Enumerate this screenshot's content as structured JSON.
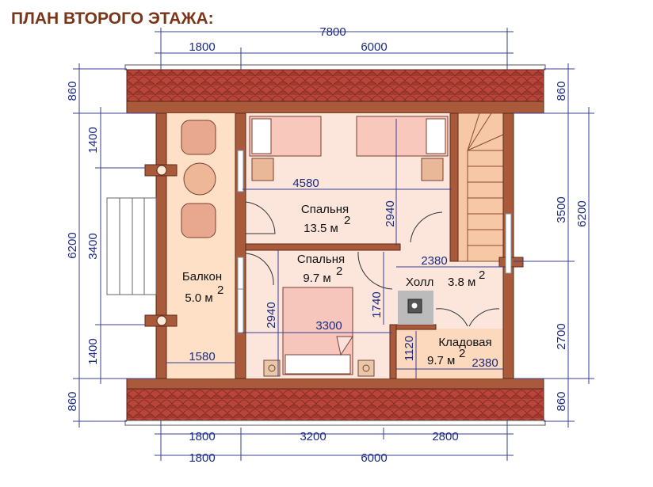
{
  "title": "ПЛАН ВТОРОГО ЭТАЖА:",
  "colors": {
    "wall": "#a85a3a",
    "roof": "#b8443a",
    "floor": "#fce6dc",
    "balcony": "#fde0c6",
    "dimension": "#1c2a80",
    "title": "#7a3418"
  },
  "dims": {
    "top_total": "7800",
    "top_a": "1800",
    "top_b": "6000",
    "bottom_a": "1800",
    "bottom_b": "3200",
    "bottom_c": "2800",
    "bottom2_a": "1800",
    "bottom2_b": "6000",
    "left_top": "860",
    "left_total": "6200",
    "left_bottom": "860",
    "left_a": "1400",
    "left_b": "3400",
    "left_c": "1400",
    "right_top": "860",
    "right_a": "3500",
    "right_b": "2700",
    "right_bottom": "860",
    "right_total": "6200",
    "inner_4580": "4580",
    "inner_2940a": "2940",
    "inner_2380a": "2380",
    "inner_2940b": "2940",
    "inner_1740": "1740",
    "inner_3300": "3300",
    "inner_1120": "1120",
    "inner_2380b": "2380",
    "inner_1580": "1580"
  },
  "rooms": {
    "bedroom1_name": "Спальня",
    "bedroom1_area": "13.5 м",
    "bedroom2_name": "Спальня",
    "bedroom2_area": "9.7 м",
    "hall_name": "Холл",
    "hall_area": "3.8 м",
    "storage_name": "Кладовая",
    "storage_area": "9.7 м",
    "balcony_name": "Балкон",
    "balcony_area": "5.0 м",
    "sup": "2"
  }
}
